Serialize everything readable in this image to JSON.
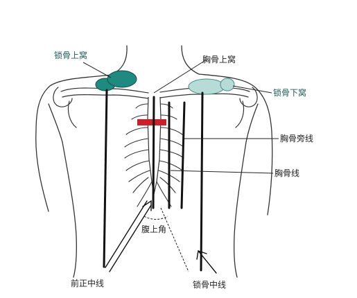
{
  "labels": {
    "supraclavicular_fossa": "锁骨上窝",
    "suprasternal_fossa": "胸骨上窝",
    "infraclavicular_fossa": "锁骨下窝",
    "parasternal_line": "胸骨旁线",
    "sternal_line": "胸骨线",
    "infrasternal_angle": "腹上角",
    "anterior_midline": "前正中线",
    "midclavicular_line": "锁骨中线"
  },
  "colors": {
    "outline": "#333333",
    "guide_line": "#111111",
    "left_fossa_fill": "#1f8a80",
    "right_fossa_fill": "#b7dcd8",
    "sternal_angle_mark": "#cc1f2a",
    "label_teal": "#1d5d58",
    "label_dark": "#222222"
  }
}
